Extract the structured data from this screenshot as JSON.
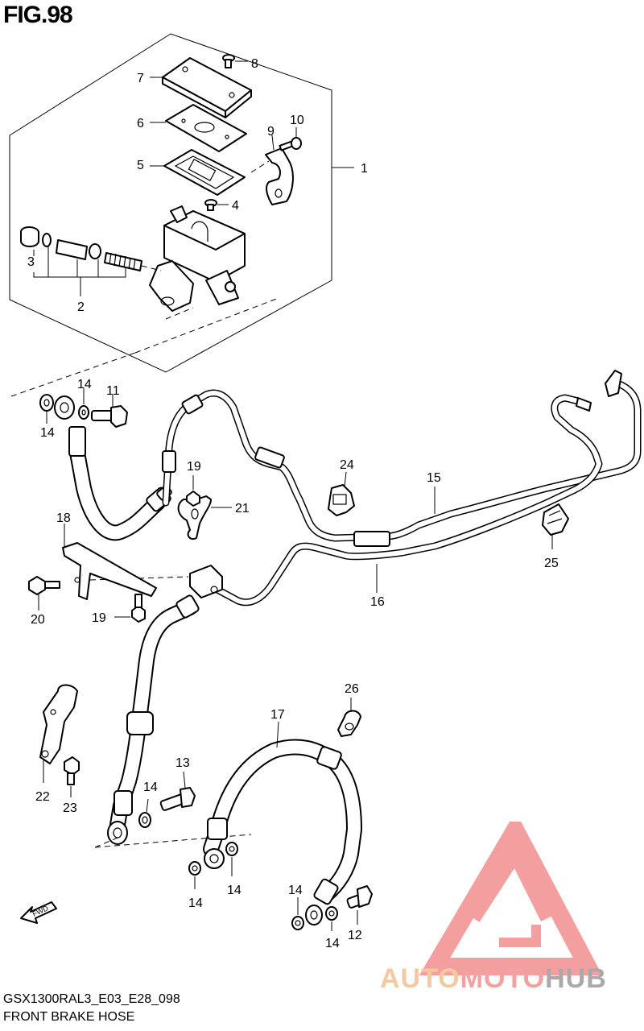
{
  "figure": {
    "title": "FIG.98",
    "model_code": "GSX1300RAL3_E03_E28_098",
    "section_title": "FRONT BRAKE HOSE",
    "fwd_label": "FWD"
  },
  "callouts": [
    "1",
    "2",
    "3",
    "4",
    "5",
    "6",
    "7",
    "8",
    "9",
    "10",
    "11",
    "12",
    "13",
    "14",
    "14",
    "14",
    "14",
    "14",
    "14",
    "14",
    "15",
    "16",
    "17",
    "18",
    "19",
    "19",
    "20",
    "21",
    "22",
    "23",
    "24",
    "25",
    "26"
  ],
  "watermark": {
    "word_auto": "AUTO",
    "word_moto": "MOTO",
    "word_hub": "HUB",
    "colors": {
      "auto": "#f5c9a0",
      "moto": "#f2a0a0",
      "hub": "#a9a9a9",
      "logo": "#f08080"
    }
  }
}
